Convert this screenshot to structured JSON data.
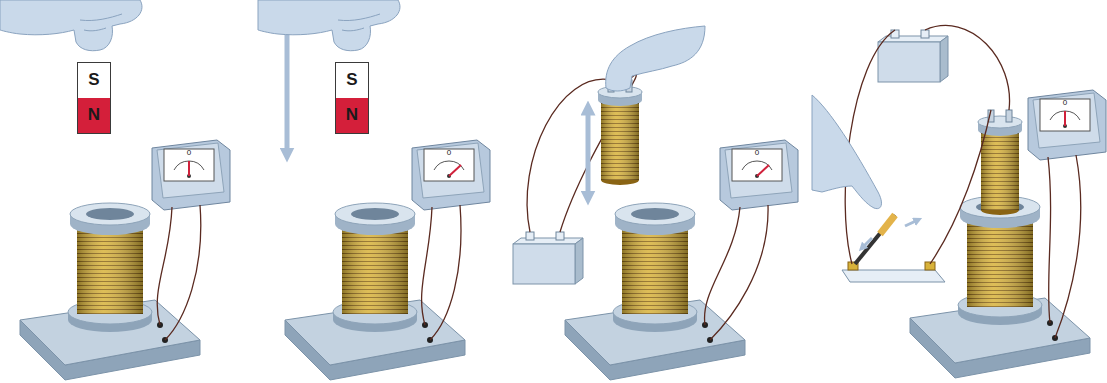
{
  "diagram": {
    "nodes": [
      {
        "text": [
          "S",
          "N"
        ]
      },
      {
        "text": [
          "S",
          "N"
        ]
      }
    ],
    "labels": [
      "0",
      "0",
      "0",
      "0"
    ]
  }
}
